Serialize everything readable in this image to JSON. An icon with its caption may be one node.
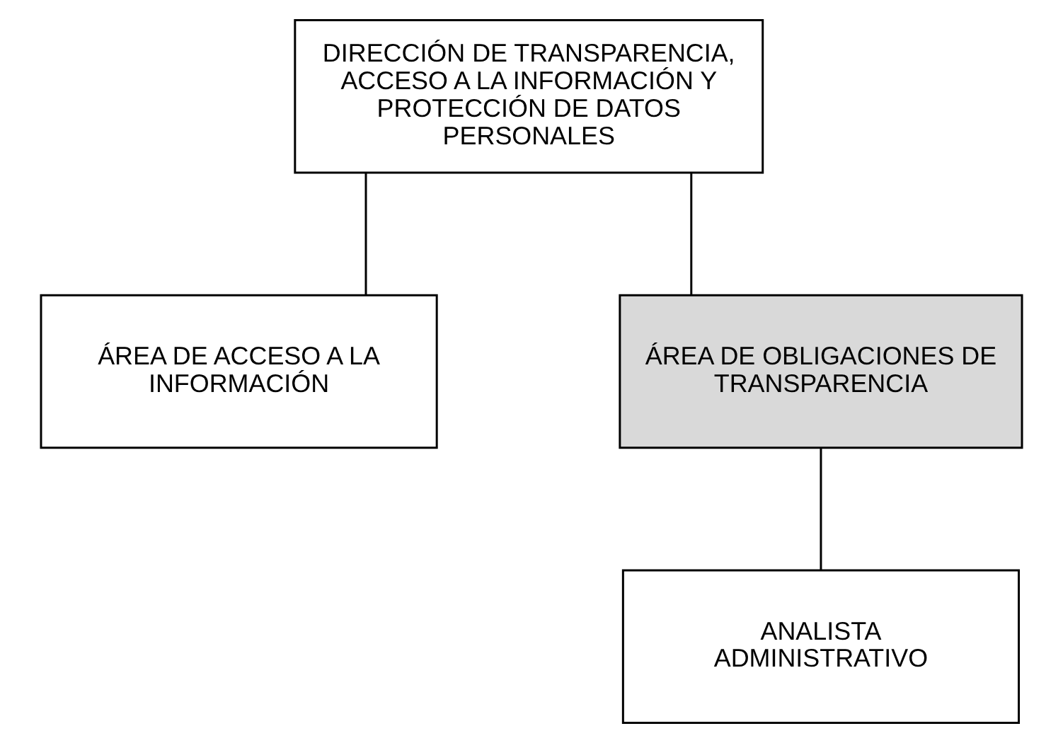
{
  "diagram": {
    "nodes": [
      {
        "text": [
          "DIRECCIÓN DE TRANSPARENCIA, ACCESO A LA INFORMACIÓN Y PROTECCIÓN DE DATOS PERSONALES"
        ]
      },
      {
        "text": [
          "ÁREA DE ACCESO A LA INFORMACIÓN"
        ]
      },
      {
        "text": [
          "ÁREA DE OBLIGACIONES DE TRANSPARENCIA"
        ]
      },
      {
        "text": [
          "ANALISTA ADMINISTRATIVO"
        ]
      }
    ],
    "edges": [
      {
        "from": 0,
        "to": 1,
        "arrow": "none"
      },
      {
        "from": 0,
        "to": 2,
        "arrow": "none"
      },
      {
        "from": 2,
        "to": 3,
        "arrow": "none"
      }
    ]
  }
}
